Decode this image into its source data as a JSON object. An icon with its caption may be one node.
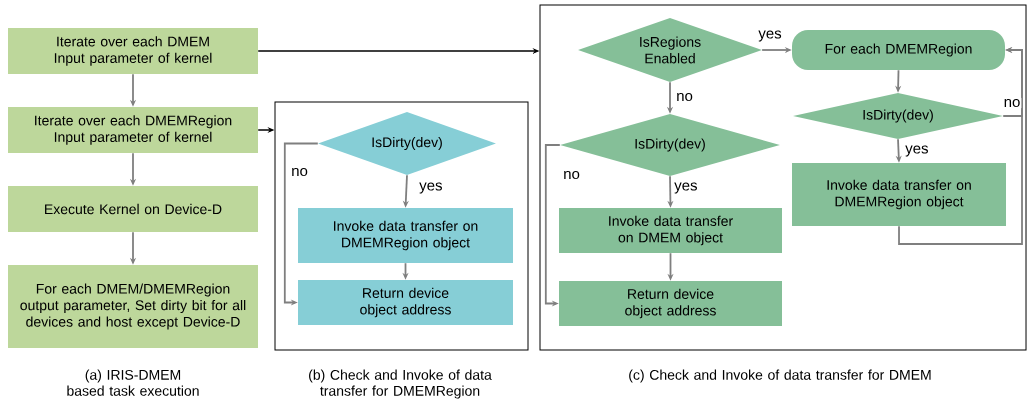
{
  "diagram": {
    "nodes": [
      {
        "text": [
          "Iterate over each DMEM Input parameter of kernel"
        ]
      },
      {
        "text": [
          "Iterate over each DMEMRegion Input parameter of kernel"
        ]
      },
      {
        "text": [
          "Execute Kernel on Device-D"
        ]
      },
      {
        "text": [
          "For each DMEM/DMEMRegion output parameter, Set dirty bit for all devices and host except Device-D"
        ]
      },
      {
        "text": [],
        "shape": "box"
      },
      {
        "text": [
          "IsDirty(dev)"
        ],
        "in": 4
      },
      {
        "text": [
          "Invoke data transfer on DMEMRegion object"
        ],
        "in": 4
      },
      {
        "text": [
          "Return device object address"
        ],
        "in": 4
      },
      {
        "text": [],
        "shape": "box"
      },
      {
        "text": [
          "IsRegions Enabled"
        ],
        "in": 8
      },
      {
        "text": [
          "IsDirty(dev)"
        ],
        "in": 8
      },
      {
        "text": [
          "Invoke data transfer on DMEM object"
        ],
        "in": 8
      },
      {
        "text": [
          "Return device object address"
        ],
        "in": 8
      },
      {
        "text": [
          "For each DMEMRegion"
        ],
        "in": 8
      },
      {
        "text": [
          "IsDirty(dev)"
        ],
        "in": 8
      },
      {
        "text": [
          "Invoke data transfer on DMEMRegion object"
        ],
        "in": 8
      }
    ],
    "edges": [
      {
        "from": 0,
        "to": 1,
        "arrow": "to"
      },
      {
        "from": 1,
        "to": 2,
        "arrow": "to"
      },
      {
        "from": 2,
        "to": 3,
        "arrow": "to"
      },
      {
        "from": 0,
        "to": 8,
        "arrow": "to",
        "color": "#000000"
      },
      {
        "from": 1,
        "to": 4,
        "arrow": "to",
        "color": "#000000"
      },
      {
        "from": 5,
        "to": 6,
        "arrow": "to",
        "label": "yes"
      },
      {
        "from": 6,
        "to": 7,
        "arrow": "to"
      },
      {
        "from": 5,
        "to": 7,
        "arrow": "to",
        "label": "no"
      },
      {
        "from": 9,
        "to": 13,
        "arrow": "to",
        "label": "yes"
      },
      {
        "from": 9,
        "to": 10,
        "arrow": "to",
        "label": "no"
      },
      {
        "from": 10,
        "to": 11,
        "arrow": "to",
        "label": "yes"
      },
      {
        "from": 11,
        "to": 12,
        "arrow": "to"
      },
      {
        "from": 10,
        "to": 12,
        "arrow": "to",
        "label": "no"
      },
      {
        "from": 13,
        "to": 14,
        "arrow": "to"
      },
      {
        "from": 14,
        "to": 15,
        "arrow": "to",
        "label": "yes"
      },
      {
        "from": 14,
        "to": 13,
        "arrow": "to",
        "label": "no"
      },
      {
        "from": 15,
        "to": 13,
        "arrow": "to"
      }
    ],
    "labels": [
      "(a) IRIS-DMEM based task execution",
      "(b) Check and Invoke of data transfer for DMEMRegion",
      "(c) Check and Invoke of data transfer for DMEM"
    ]
  }
}
